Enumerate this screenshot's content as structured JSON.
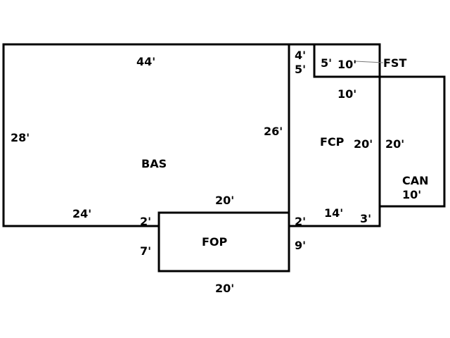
{
  "areas": {
    "bas": "BAS",
    "fop": "FOP",
    "fcp": "FCP",
    "fst": "FST",
    "can": "CAN"
  },
  "dims": {
    "bas_top": "44'",
    "bas_left": "28'",
    "bas_right": "26'",
    "bas_bottom": "24'",
    "bas_notch": "2'",
    "bas_step": "20'",
    "fop_left": "7'",
    "fop_bottom": "20'",
    "fop_right": "9'",
    "fcp_left_top_a": "4'",
    "fcp_left_top_b": "5'",
    "fcp_inner": "20'",
    "fcp_bottom": "14'",
    "fcp_step": "2'",
    "fcp_right_bottom": "3'",
    "fcp_mid": "10'",
    "fst_left": "5'",
    "fst_top": "10'",
    "can_left": "20'",
    "can_bottom": "10'"
  }
}
